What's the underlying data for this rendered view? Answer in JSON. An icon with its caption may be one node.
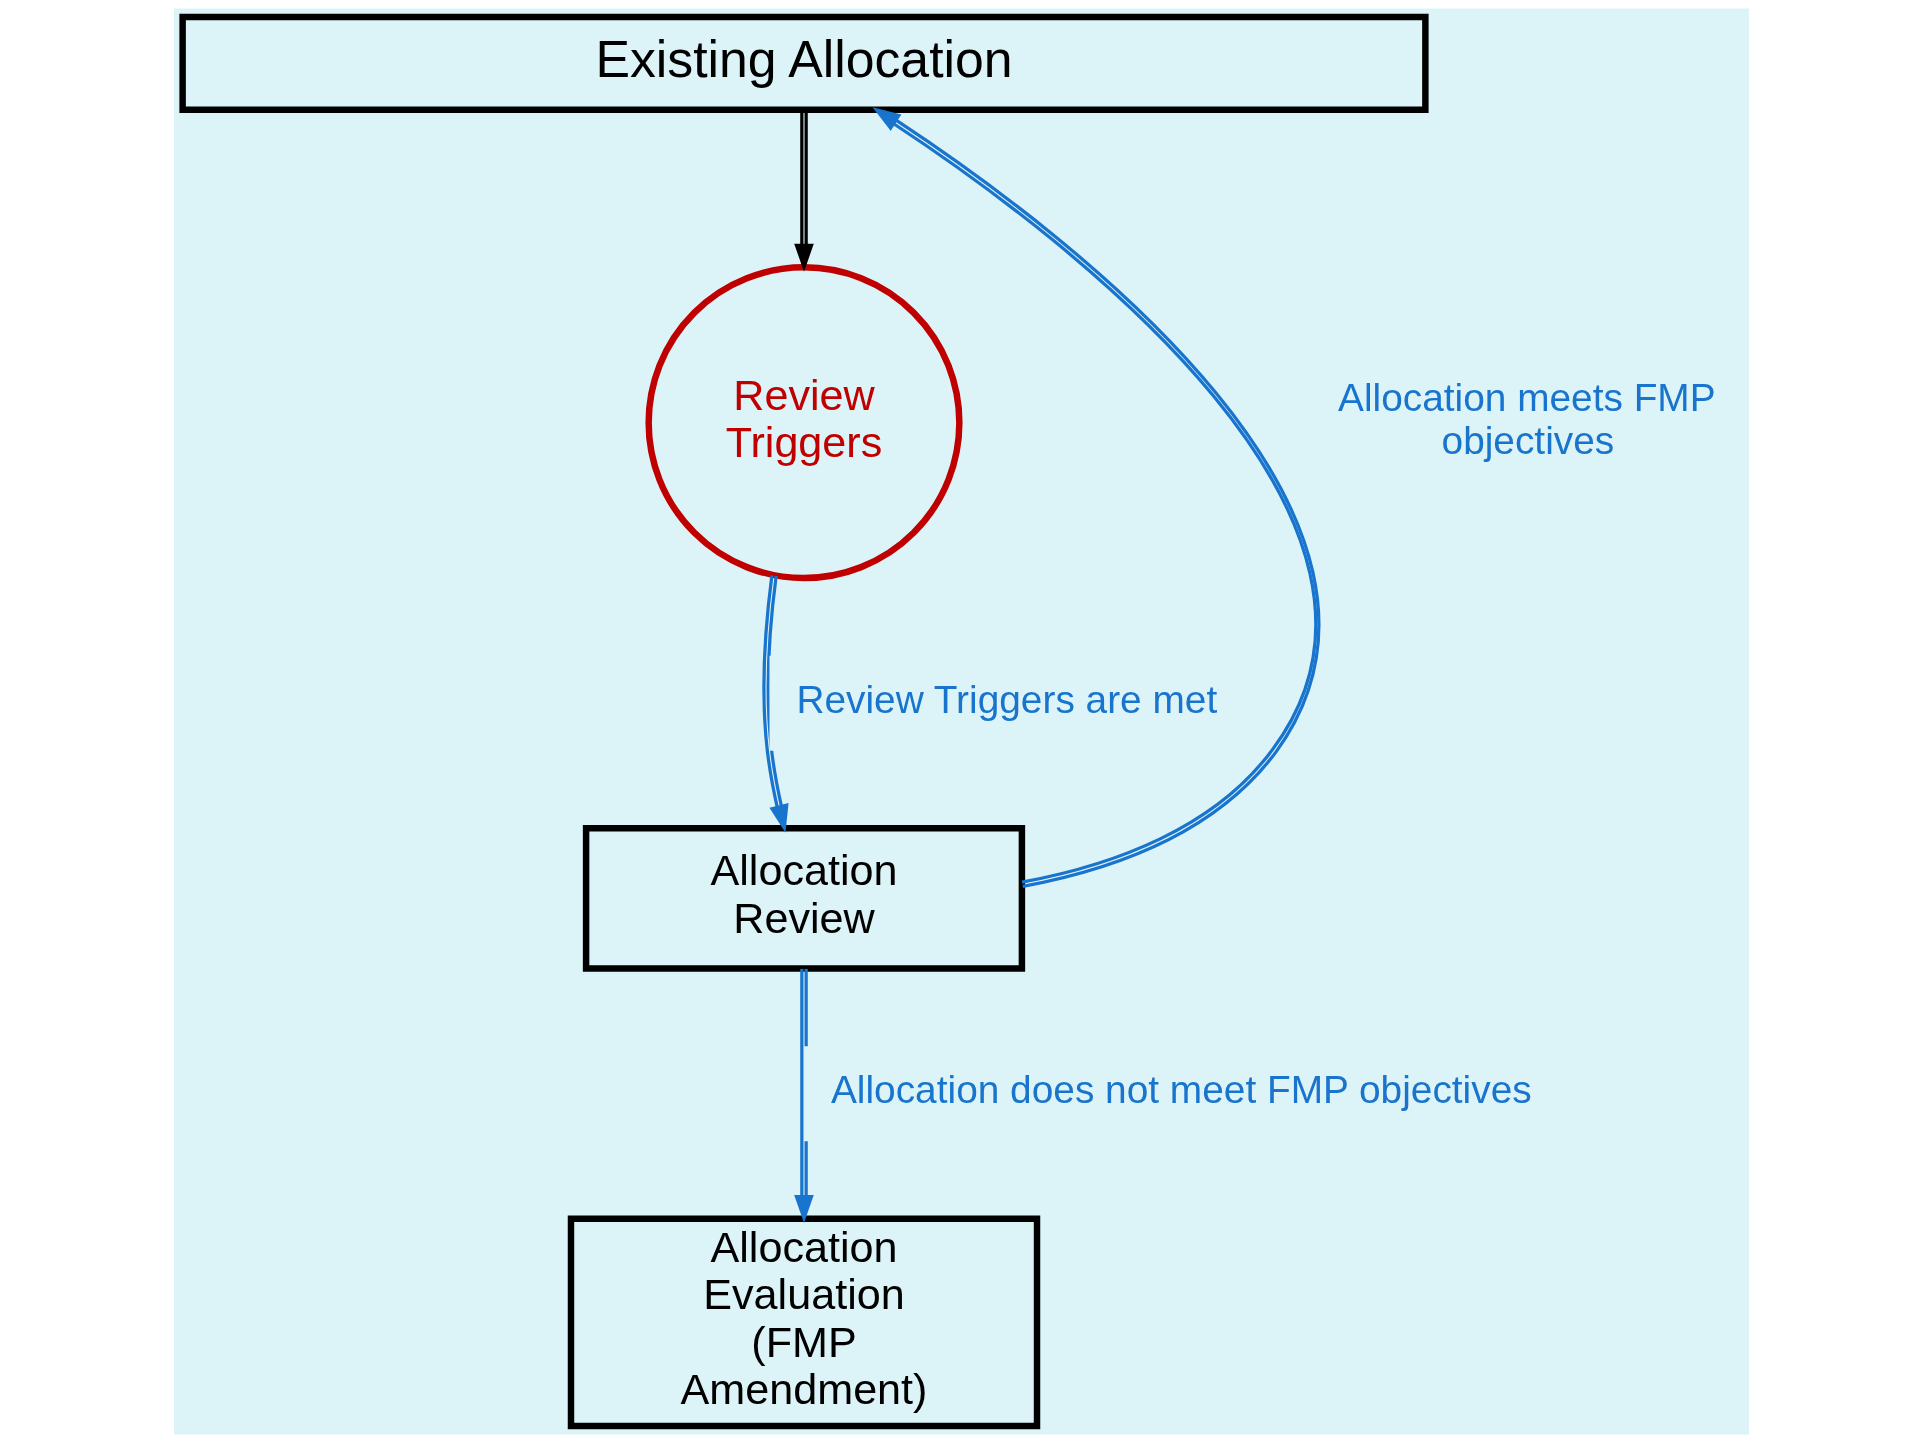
{
  "diagram": {
    "nodes": [
      {
        "text": [
          "Existing Allocation"
        ]
      },
      {
        "text": [
          "Review Triggers"
        ]
      },
      {
        "text": [
          "Allocation Review"
        ]
      },
      {
        "text": [
          "Allocation Evaluation (FMP Amendment)"
        ]
      }
    ],
    "edges": [
      {
        "from": 0,
        "to": 1,
        "arrow": "to",
        "color": "#000000"
      },
      {
        "from": 1,
        "to": 2,
        "arrow": "to",
        "label": "Review Triggers are met"
      },
      {
        "from": 2,
        "to": 0,
        "arrow": "to",
        "label": "Allocation meets FMP objectives"
      },
      {
        "from": 2,
        "to": 3,
        "arrow": "to",
        "label": "Allocation does not meet FMP objectives"
      }
    ]
  }
}
